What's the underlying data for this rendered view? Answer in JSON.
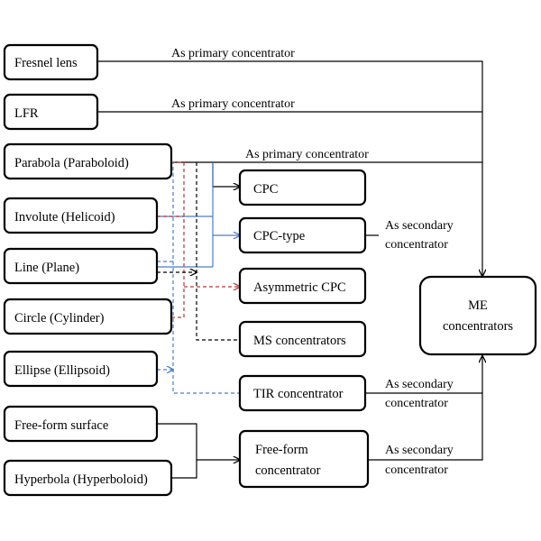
{
  "source_nodes": {
    "fresnel": "Fresnel lens",
    "lfr": "LFR",
    "parabola": "Parabola (Paraboloid)",
    "involute": "Involute (Helicoid)",
    "line": "Line (Plane)",
    "circle": "Circle (Cylinder)",
    "ellipse": "Ellipse (Ellipsoid)",
    "freeform_surface": "Free-form surface",
    "hyperbola": "Hyperbola (Hyperboloid)"
  },
  "concentrator_nodes": {
    "cpc": "CPC",
    "cpc_type": "CPC-type",
    "asymmetric_cpc": "Asymmetric CPC",
    "ms": "MS concentrators",
    "tir": "TIR concentrator",
    "freeform_line1": "Free-form",
    "freeform_line2": "concentrator"
  },
  "target_node": {
    "line1": "ME",
    "line2": "concentrators"
  },
  "edge_labels": {
    "primary": "As primary concentrator",
    "secondary_cpc_type_1": "As secondary",
    "secondary_cpc_type_2": "concentrator",
    "secondary_tir_1": "As  secondary",
    "secondary_tir_2": "concentrator",
    "secondary_freeform_1": "As  secondary",
    "secondary_freeform_2": "concentrator"
  },
  "colors": {
    "line": "#000000",
    "blue_link": "#4a7ec7",
    "red_link": "#b03a3a"
  }
}
